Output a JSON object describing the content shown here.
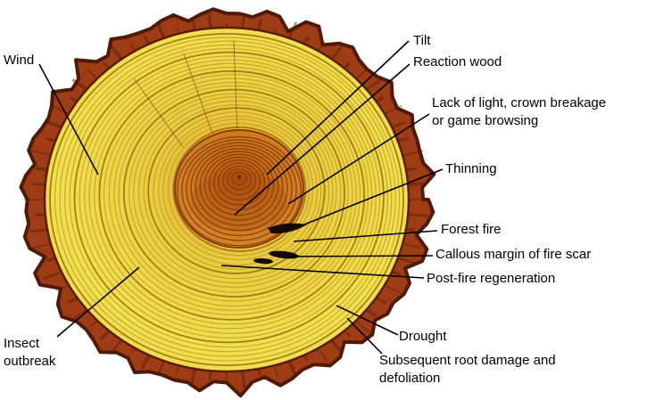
{
  "figure": {
    "name": "Tree cross-section with dendrochronology event labels",
    "labels": {
      "wind": "Wind",
      "tilt": "Tilt",
      "reaction_wood": "Reaction wood",
      "lack_of_light": "Lack of light, crown breakage\nor game browsing",
      "thinning": "Thinning",
      "forest_fire": "Forest fire",
      "callous_margin": "Callous margin of fire scar",
      "post_fire": "Post-fire regeneration",
      "drought": "Drought",
      "root_damage": "Subsequent root damage and\ndefoliation",
      "insect_outbreak": "Insect\noutbreak"
    },
    "colors": {
      "bark": "#9e3c15",
      "bark_dark": "#4f1a06",
      "sapwood_outer": "#ead84f",
      "sapwood_mid": "#f0e14f",
      "sapwood_warm": "#e9cb40",
      "sapwood_inner": "#dd8f2a",
      "ring_line": "#c09a24",
      "ring_dark": "#9c6a10",
      "heartwood_edge": "#d98a28",
      "heartwood_mid": "#cf7a1e",
      "heartwood_core": "#b5500f",
      "heartwood_ring": "#7d3408",
      "scar": "#150a02",
      "leader_line": "#000000"
    }
  }
}
